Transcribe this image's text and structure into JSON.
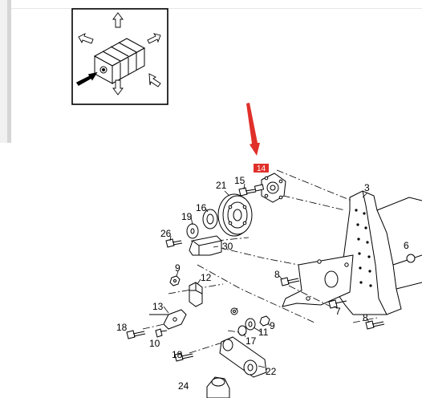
{
  "colors": {
    "pointer_arrow": "#e0302a",
    "highlight_badge": "#e0302a",
    "highlight_text": "#ffffff",
    "line_art": "#000000"
  },
  "diagram": {
    "highlighted_callout": "14",
    "callouts": {
      "c3": "3",
      "c6": "6",
      "c7": "7",
      "c8a": "8",
      "c8b": "8",
      "c9a": "9",
      "c9b": "9",
      "c10": "10",
      "c11": "11",
      "c12": "12",
      "c13": "13",
      "c15": "15",
      "c16": "16",
      "c17": "17",
      "c18a": "18",
      "c18b": "18",
      "c19": "19",
      "c21": "21",
      "c22": "22",
      "c24": "24",
      "c26": "26",
      "c30": "30"
    }
  }
}
